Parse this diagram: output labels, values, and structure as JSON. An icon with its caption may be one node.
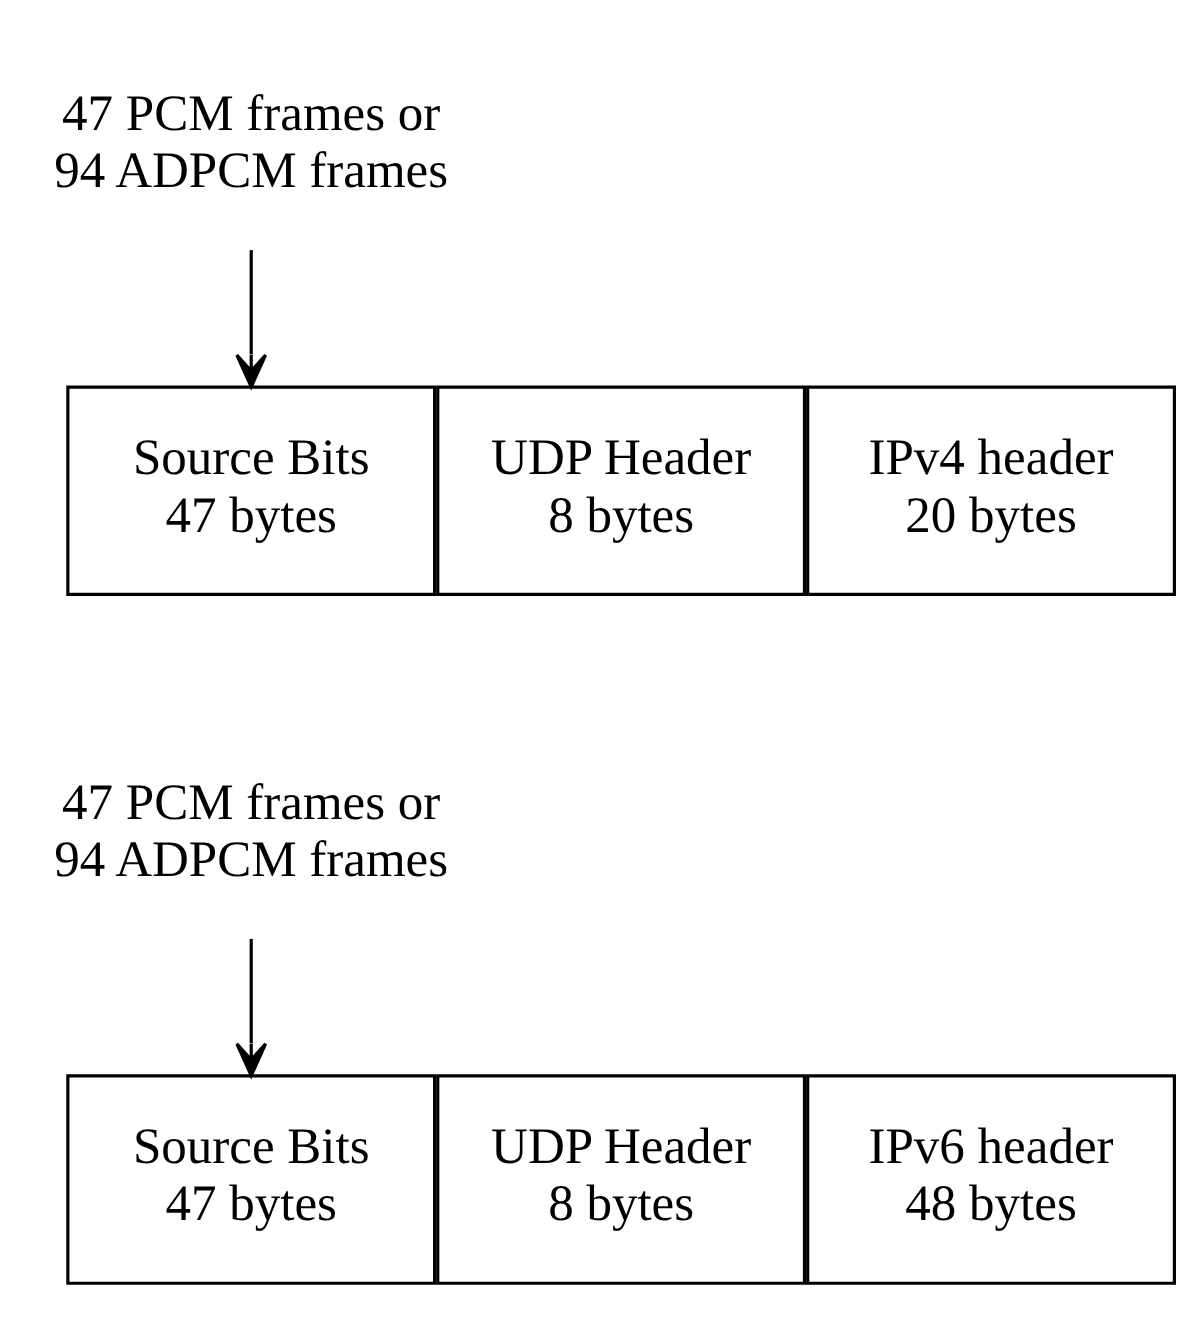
{
  "diagram": {
    "nodes": [
      {
        "text": [
          "47 PCM frames or 94 ADPCM frames"
        ]
      },
      {
        "text": [
          "Source Bits",
          "47 bytes"
        ]
      },
      {
        "text": [
          "UDP Header",
          "8 bytes"
        ]
      },
      {
        "text": [
          "IPv4 header",
          "20 bytes"
        ]
      },
      {
        "text": [
          "47 PCM frames or 94 ADPCM frames"
        ]
      },
      {
        "text": [
          "Source Bits",
          "47 bytes"
        ]
      },
      {
        "text": [
          "UDP Header",
          "8 bytes"
        ]
      },
      {
        "text": [
          "IPv6 header",
          "48 bytes"
        ]
      }
    ],
    "edges": [
      {
        "from": 0,
        "to": 1,
        "arrow": "to"
      },
      {
        "from": 4,
        "to": 5,
        "arrow": "to"
      }
    ]
  }
}
